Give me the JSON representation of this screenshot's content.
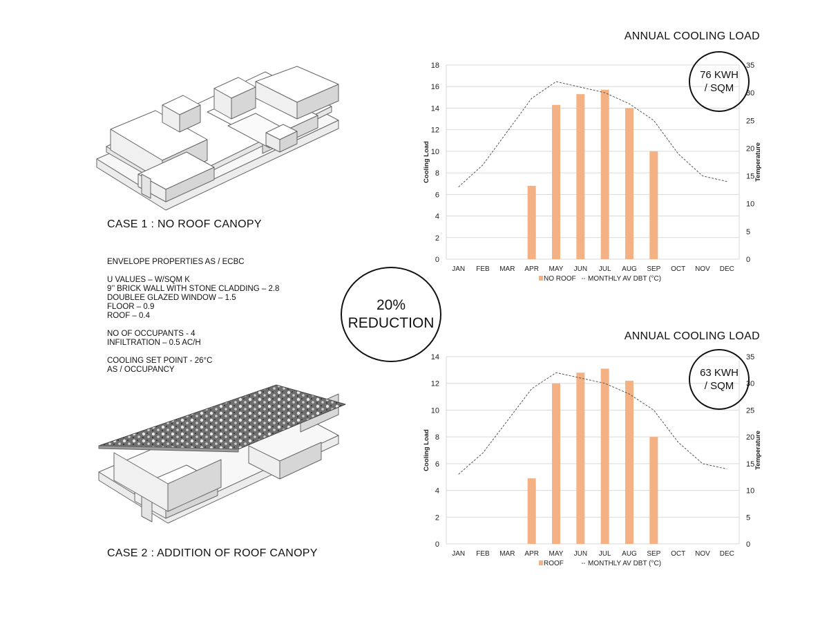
{
  "case1": {
    "title": "CASE 1 : NO ROOF CANOPY"
  },
  "case2": {
    "title": "CASE 2 : ADDITION OF ROOF CANOPY"
  },
  "properties": [
    "ENVELOPE PROPERTIES AS / ECBC",
    "",
    "U VALUES – W/SQM K",
    "9’’ BRICK WALL WITH STONE CLADDING – 2.8",
    "DOUBLEE GLAZED WINDOW – 1.5",
    "FLOOR – 0.9",
    "ROOF – 0.4",
    "",
    "NO OF OCCUPANTS - 4",
    "INFILTRATION – 0.5 AC/H",
    "",
    "COOLING SET POINT - 26°C",
    "AS / OCCUPANCY"
  ],
  "reduction": {
    "line1": "20%",
    "line2": "REDUCTION"
  },
  "colors": {
    "bar": "#f4b183",
    "line": "#555555",
    "grid": "#d9d9d9",
    "ink": "#111111"
  },
  "chart_data": [
    {
      "type": "bar",
      "title": "ANNUAL COOLING LOAD",
      "badge": [
        "76 KWH",
        "/ SQM"
      ],
      "categories": [
        "JAN",
        "FEB",
        "MAR",
        "APR",
        "MAY",
        "JUN",
        "JUL",
        "AUG",
        "SEP",
        "OCT",
        "NOV",
        "DEC"
      ],
      "series": [
        {
          "name": "NO ROOF",
          "axis": "left",
          "kind": "bar",
          "values": [
            0,
            0,
            0,
            6.8,
            14.3,
            15.3,
            15.7,
            14.0,
            10.0,
            0,
            0,
            0
          ]
        },
        {
          "name": "MONTHLY AV DBT (°C)",
          "axis": "right",
          "kind": "line-dashed",
          "values": [
            13,
            17,
            23,
            29,
            32,
            31,
            30,
            28,
            25,
            19,
            15,
            14
          ]
        }
      ],
      "ylabel": "Cooling Load",
      "ylabel_right": "Temperature",
      "ylim": [
        0,
        18
      ],
      "yticks": [
        0,
        2,
        4,
        6,
        8,
        10,
        12,
        14,
        16,
        18
      ],
      "ylim_right": [
        0,
        35
      ],
      "yticks_right": [
        0,
        5,
        10,
        15,
        20,
        25,
        30,
        35
      ],
      "grid": true,
      "legend": "bottom"
    },
    {
      "type": "bar",
      "title": "ANNUAL COOLING LOAD",
      "badge": [
        "63 KWH",
        "/ SQM"
      ],
      "categories": [
        "JAN",
        "FEB",
        "MAR",
        "APR",
        "MAY",
        "JUN",
        "JUL",
        "AUG",
        "SEP",
        "OCT",
        "NOV",
        "DEC"
      ],
      "series": [
        {
          "name": "ROOF",
          "axis": "left",
          "kind": "bar",
          "values": [
            0,
            0,
            0,
            4.9,
            12.0,
            12.8,
            13.1,
            12.2,
            8.0,
            0,
            0,
            0
          ]
        },
        {
          "name": "MONTHLY AV DBT (°C)",
          "axis": "right",
          "kind": "line-dashed",
          "values": [
            13,
            17,
            23,
            29,
            32,
            31,
            30,
            28,
            25,
            19,
            15,
            14
          ]
        }
      ],
      "ylabel": "Cooling Load",
      "ylabel_right": "Temperature",
      "ylim": [
        0,
        14
      ],
      "yticks": [
        0,
        2,
        4,
        6,
        8,
        10,
        12,
        14
      ],
      "ylim_right": [
        0,
        35
      ],
      "yticks_right": [
        0,
        5,
        10,
        15,
        20,
        25,
        30,
        35
      ],
      "grid": true,
      "legend": "bottom"
    }
  ]
}
